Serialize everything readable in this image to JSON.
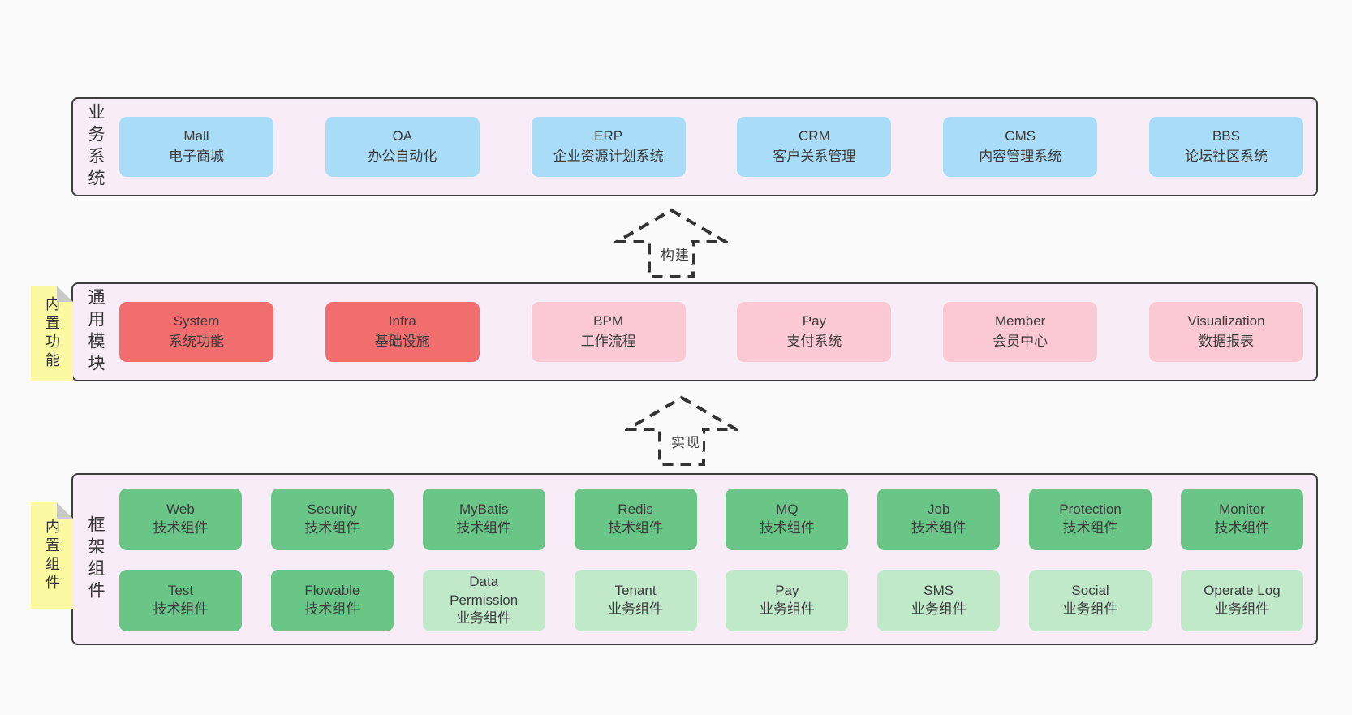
{
  "colors": {
    "page_bg": "#fafafa",
    "panel_bg": "#f8edf6",
    "line": "#3d3d3d",
    "blue": "#a9dcf7",
    "red": "#f26e6e",
    "pink": "#fbc9d3",
    "green": "#69c687",
    "green_light": "#c0e9ca",
    "yellow": "#fbfaa3",
    "fold": "#c9c9c9"
  },
  "sections": {
    "business": {
      "side_label": "业务系统",
      "boxes": [
        {
          "title": "Mall",
          "subtitle": "电子商城",
          "variant": "blue"
        },
        {
          "title": "OA",
          "subtitle": "办公自动化",
          "variant": "blue"
        },
        {
          "title": "ERP",
          "subtitle": "企业资源计划系统",
          "variant": "blue"
        },
        {
          "title": "CRM",
          "subtitle": "客户关系管理",
          "variant": "blue"
        },
        {
          "title": "CMS",
          "subtitle": "内容管理系统",
          "variant": "blue"
        },
        {
          "title": "BBS",
          "subtitle": "论坛社区系统",
          "variant": "blue"
        }
      ]
    },
    "modules": {
      "sticky": "内置功能",
      "side_label": "通用模块",
      "boxes": [
        {
          "title": "System",
          "subtitle": "系统功能",
          "variant": "red"
        },
        {
          "title": "Infra",
          "subtitle": "基础设施",
          "variant": "red"
        },
        {
          "title": "BPM",
          "subtitle": "工作流程",
          "variant": "pink"
        },
        {
          "title": "Pay",
          "subtitle": "支付系统",
          "variant": "pink"
        },
        {
          "title": "Member",
          "subtitle": "会员中心",
          "variant": "pink"
        },
        {
          "title": "Visualization",
          "subtitle": "数据报表",
          "variant": "pink"
        }
      ]
    },
    "components": {
      "sticky": "内置组件",
      "side_label": "框架组件",
      "rows": [
        [
          {
            "title": "Web",
            "subtitle": "技术组件",
            "variant": "green"
          },
          {
            "title": "Security",
            "subtitle": "技术组件",
            "variant": "green"
          },
          {
            "title": "MyBatis",
            "subtitle": "技术组件",
            "variant": "green"
          },
          {
            "title": "Redis",
            "subtitle": "技术组件",
            "variant": "green"
          },
          {
            "title": "MQ",
            "subtitle": "技术组件",
            "variant": "green"
          },
          {
            "title": "Job",
            "subtitle": "技术组件",
            "variant": "green"
          },
          {
            "title": "Protection",
            "subtitle": "技术组件",
            "variant": "green"
          },
          {
            "title": "Monitor",
            "subtitle": "技术组件",
            "variant": "green"
          }
        ],
        [
          {
            "title": "Test",
            "subtitle": "技术组件",
            "variant": "green"
          },
          {
            "title": "Flowable",
            "subtitle": "技术组件",
            "variant": "green"
          },
          {
            "title": "Data Permission",
            "subtitle": "业务组件",
            "variant": "green-light"
          },
          {
            "title": "Tenant",
            "subtitle": "业务组件",
            "variant": "green-light"
          },
          {
            "title": "Pay",
            "subtitle": "业务组件",
            "variant": "green-light"
          },
          {
            "title": "SMS",
            "subtitle": "业务组件",
            "variant": "green-light"
          },
          {
            "title": "Social",
            "subtitle": "业务组件",
            "variant": "green-light"
          },
          {
            "title": "Operate Log",
            "subtitle": "业务组件",
            "variant": "green-light"
          }
        ]
      ]
    }
  },
  "arrows": {
    "build": "构建",
    "implement": "实现"
  }
}
